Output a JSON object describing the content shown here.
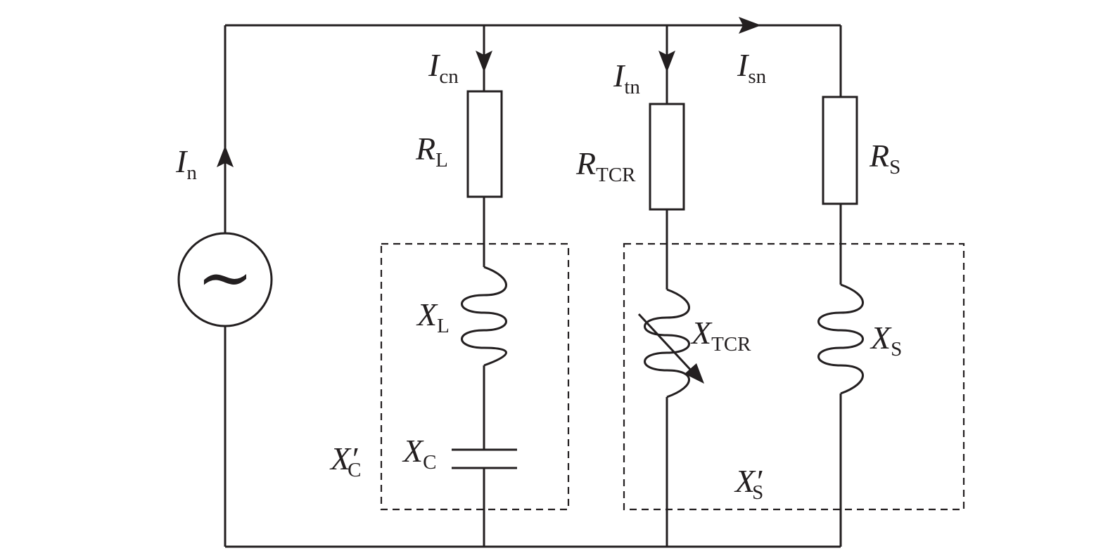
{
  "labels": {
    "source_current": {
      "main": "I",
      "sub": "n"
    },
    "branch_current_c": {
      "main": "I",
      "sub": "cn"
    },
    "branch_current_t": {
      "main": "I",
      "sub": "tn"
    },
    "branch_current_s": {
      "main": "I",
      "sub": "sn"
    },
    "resistor_l": {
      "main": "R",
      "sub": "L"
    },
    "resistor_tcr": {
      "main": "R",
      "sub": "TCR"
    },
    "resistor_s": {
      "main": "R",
      "sub": "S"
    },
    "inductor_l": {
      "main": "X",
      "sub": "L"
    },
    "inductor_tcr": {
      "main": "X",
      "sub": "TCR"
    },
    "inductor_s": {
      "main": "X",
      "sub": "S"
    },
    "capacitor_c": {
      "main": "X",
      "sub": "C"
    },
    "group_c": {
      "main": "X′",
      "sub": "C"
    },
    "group_s": {
      "main": "X′",
      "sub": "S"
    }
  },
  "source_symbol": "~",
  "colors": {
    "line": "#231f20",
    "background": "#ffffff"
  }
}
